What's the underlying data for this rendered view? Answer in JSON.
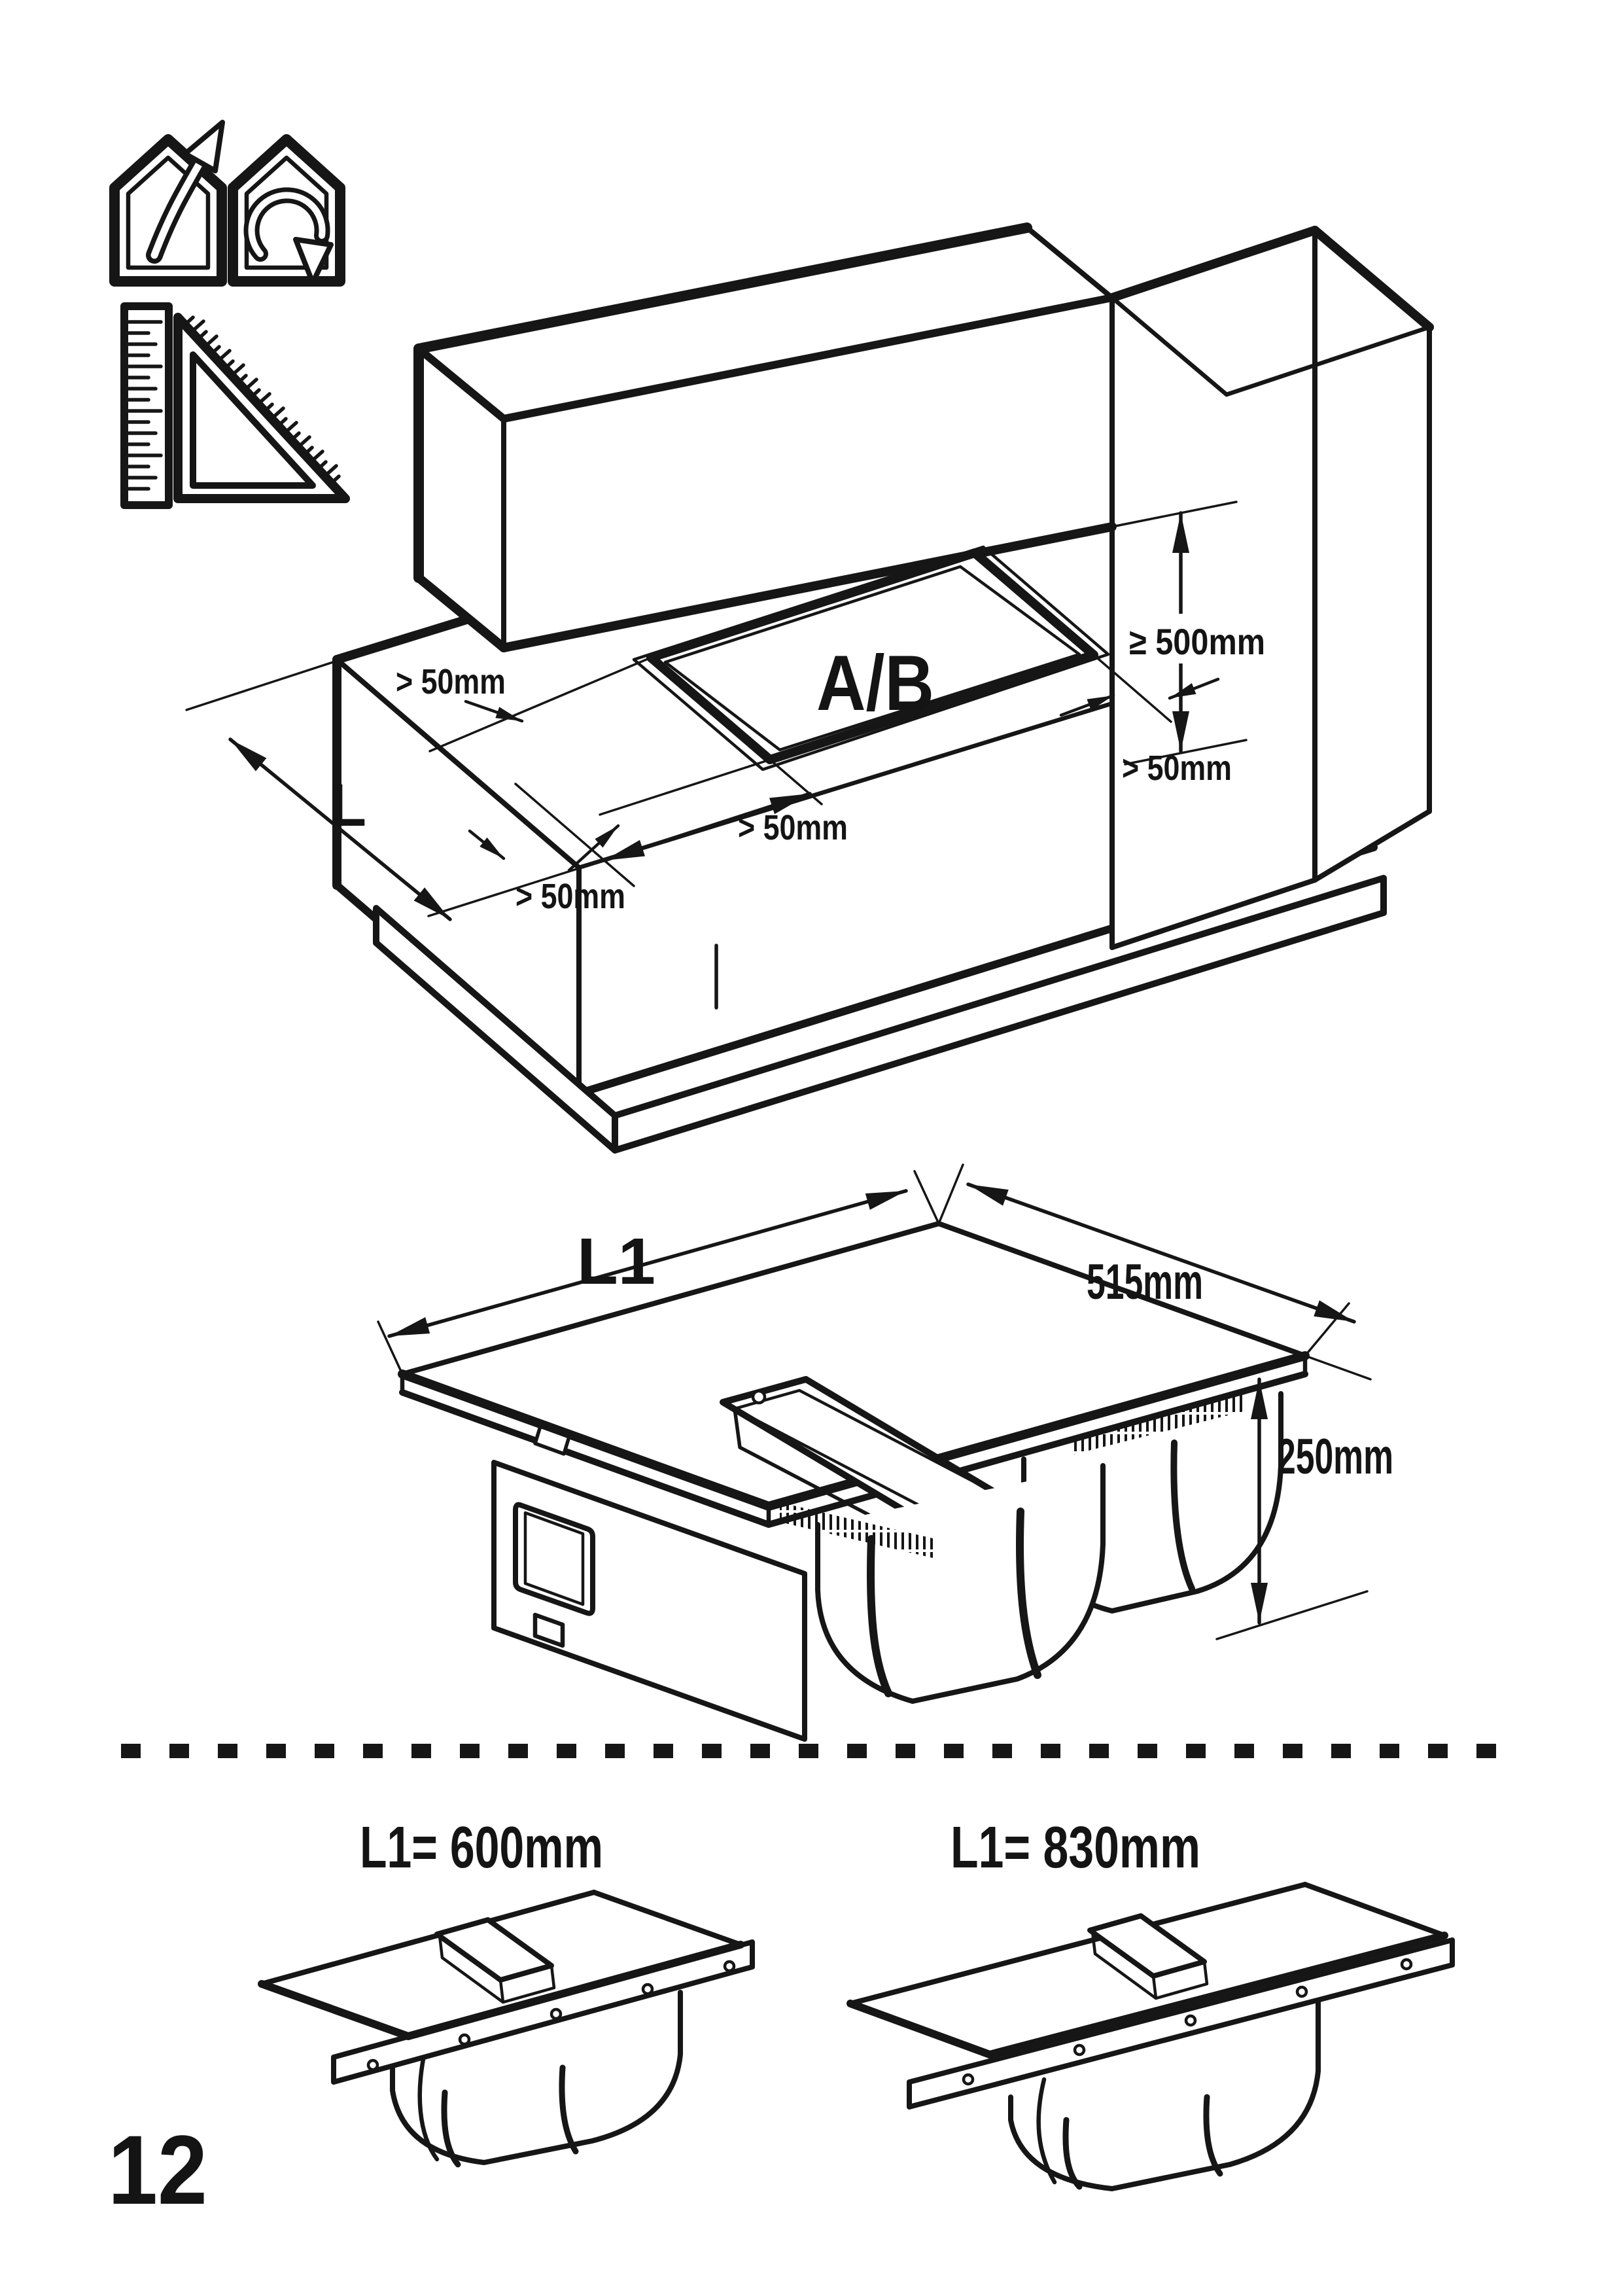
{
  "page": {
    "number": "12",
    "paper_color": "#ffffff",
    "ink_color": "#161616"
  },
  "icons": {
    "extraction": "house-air-outlet-icon",
    "recirculation": "house-recirculation-icon",
    "tools": [
      "ruler-icon",
      "set-square-icon"
    ]
  },
  "installation": {
    "cutout_label": "A/B",
    "worktop_depth": "L",
    "wall_clearance": "≥ 500mm",
    "clearance_back": "> 50mm",
    "clearance_right": "> 50mm",
    "clearance_side": "> 50mm",
    "clearance_front": "> 50mm"
  },
  "product": {
    "width": "L1",
    "depth": "515mm",
    "height": "250mm"
  },
  "variants": {
    "left": "L1= 600mm",
    "right": "L1= 830mm"
  }
}
